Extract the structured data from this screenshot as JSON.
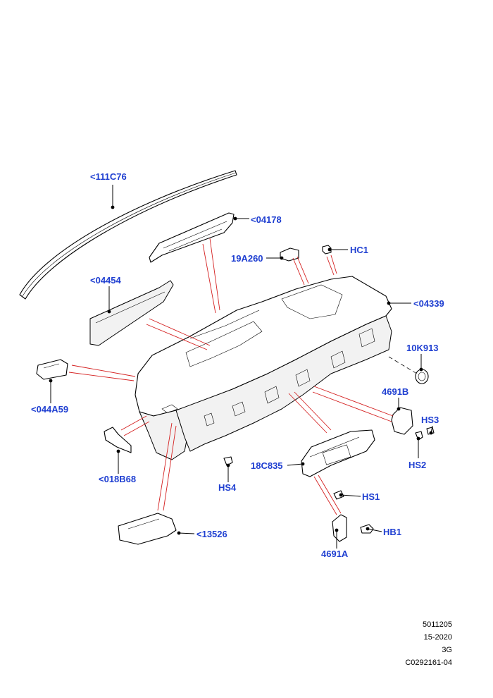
{
  "callouts": {
    "c111c76": "<111C76",
    "c04178": "<04178",
    "c19a260": "19A260",
    "chc1": "HC1",
    "c04454": "<04454",
    "c04339": "<04339",
    "c10k913": "10K913",
    "c044a59": "<044A59",
    "c4691b": "4691B",
    "chs3": "HS3",
    "chs2": "HS2",
    "c18c835": "18C835",
    "c018b68": "<018B68",
    "chs4": "HS4",
    "chs1": "HS1",
    "chb1": "HB1",
    "c13526": "<13526",
    "c4691a": "4691A"
  },
  "footer": {
    "line1": "5011205",
    "line2": "15-2020",
    "line3": "3G",
    "line4": "C0292161-04"
  },
  "colors": {
    "callout": "#1f3fd1",
    "leader_red": "#d42020",
    "line": "#000000"
  }
}
